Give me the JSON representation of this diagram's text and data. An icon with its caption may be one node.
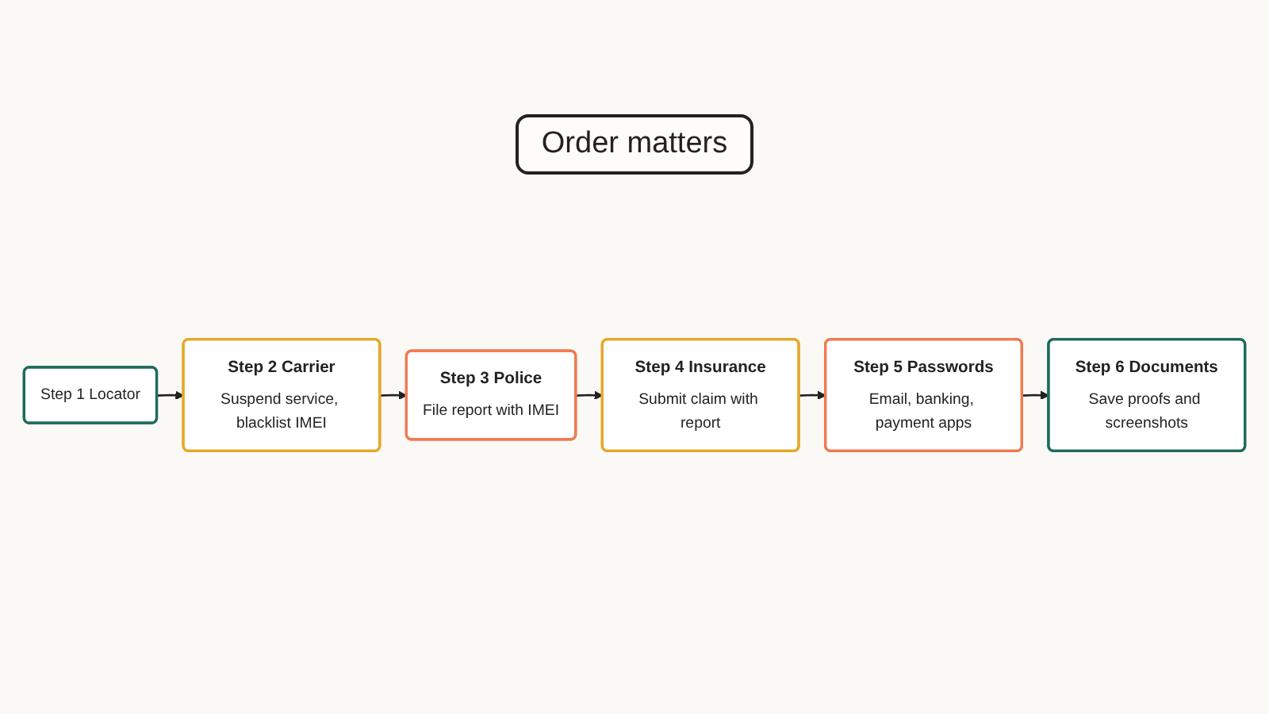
{
  "diagram": {
    "title": "Order matters",
    "nodes": [
      {
        "text": [
          "Step 1 Locator"
        ]
      },
      {
        "text": [
          "Step 2 Carrier",
          "Suspend service, blacklist IMEI"
        ]
      },
      {
        "text": [
          "Step 3 Police",
          "File report with IMEI"
        ]
      },
      {
        "text": [
          "Step 4 Insurance",
          "Submit claim with report"
        ]
      },
      {
        "text": [
          "Step 5 Passwords",
          "Email, banking, payment apps"
        ]
      },
      {
        "text": [
          "Step 6 Documents",
          "Save proofs and screenshots"
        ]
      }
    ],
    "edges": [
      {
        "from": 0,
        "to": 1,
        "arrow": "to"
      },
      {
        "from": 1,
        "to": 2,
        "arrow": "to"
      },
      {
        "from": 2,
        "to": 3,
        "arrow": "to"
      },
      {
        "from": 3,
        "to": 4,
        "arrow": "to"
      },
      {
        "from": 4,
        "to": 5,
        "arrow": "to"
      }
    ]
  }
}
